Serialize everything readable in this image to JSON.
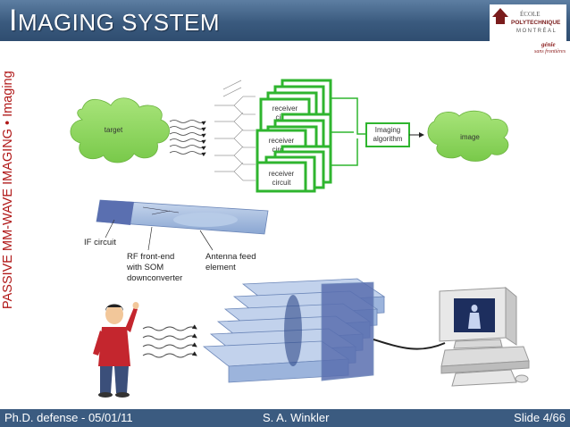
{
  "header": {
    "title_first": "I",
    "title_rest": "MAGING SYSTEM"
  },
  "logo": {
    "line1": "ÉCOLE",
    "line2": "POLYTECHNIQUE",
    "line3": "MONTRÉAL",
    "line4": "génie",
    "line5": "sans frontières"
  },
  "sidebar": {
    "text": "PASSIVE MM-WAVE IMAGING • Imaging"
  },
  "diagram": {
    "target_label": "target",
    "receiver_line1": "receiver",
    "receiver_line2": "circuit",
    "algorithm_line1": "Imaging",
    "algorithm_line2": "algorithm",
    "image_label": "image",
    "if_circuit": "IF circuit",
    "rf_line1": "RF front-end",
    "rf_line2": "with SOM",
    "rf_line3": "downconverter",
    "antenna_line1": "Antenna feed",
    "antenna_line2": "element"
  },
  "footer": {
    "left": "Ph.D. defense - 05/01/11",
    "center": "S. A. Winkler",
    "right": "Slide 4/66"
  },
  "colors": {
    "header": "#3a5a7e",
    "accent_red": "#b01818",
    "receiver_green": "#2fb52f",
    "cloud_green": "#8fd65a",
    "antenna_blue": "#8fa8d4"
  }
}
